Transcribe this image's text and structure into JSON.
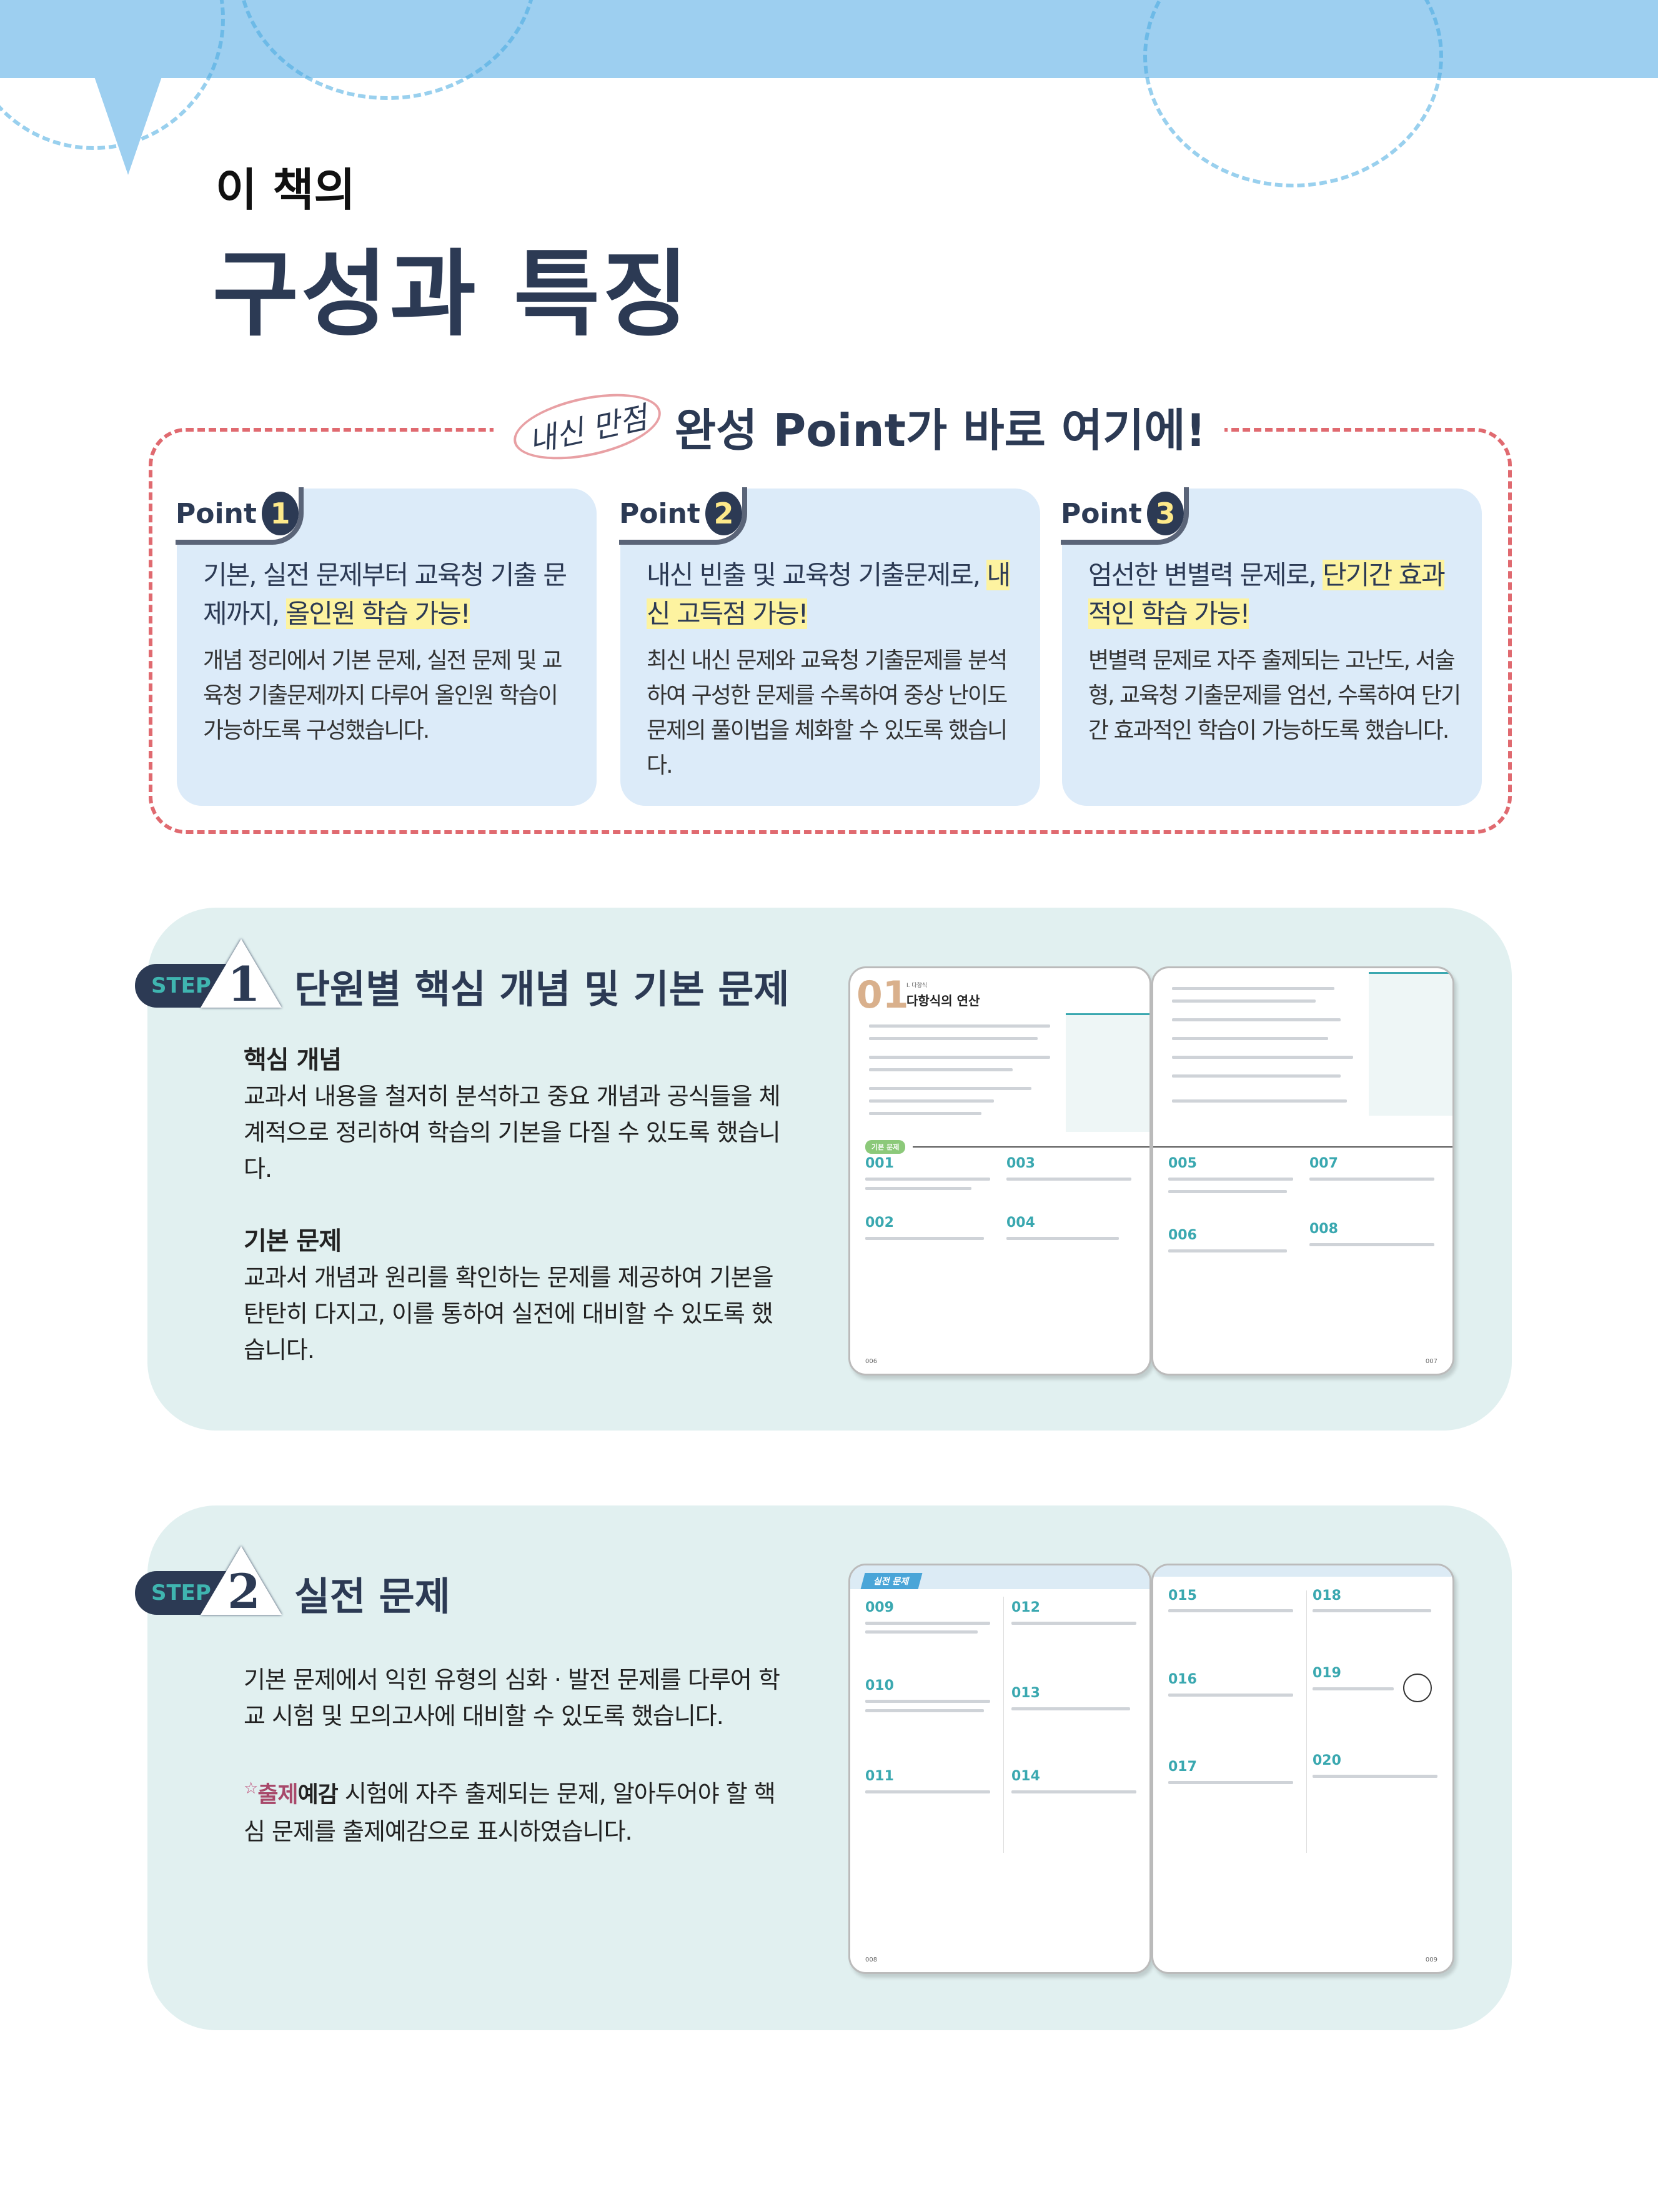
{
  "header": {
    "subtitle": "이 책의",
    "title": "구성과 특징"
  },
  "points_box": {
    "title_handwritten": "내신 만점",
    "title": "완성 Point가 바로 여기에!",
    "point_label": "Point",
    "cards": [
      {
        "number": "1",
        "heading_plain": "기본, 실전 문제부터 교육청 기출 문제까지, ",
        "heading_highlight": "올인원 학습 가능!",
        "body": "개념 정리에서 기본 문제, 실전 문제 및 교육청 기출문제까지 다루어 올인원 학습이 가능하도록 구성했습니다."
      },
      {
        "number": "2",
        "heading_plain": "내신 빈출 및 교육청 기출문제로, ",
        "heading_highlight": "내신 고득점 가능!",
        "body": "최신 내신 문제와 교육청 기출문제를 분석하여 구성한 문제를 수록하여 중상 난이도 문제의 풀이법을 체화할 수 있도록 했습니다."
      },
      {
        "number": "3",
        "heading_plain": "엄선한 변별력 문제로, ",
        "heading_highlight": "단기간 효과적인 학습 가능!",
        "body": "변별력 문제로 자주 출제되는 고난도, 서술형, 교육청 기출문제를 엄선, 수록하여 단기간 효과적인 학습이 가능하도록 했습니다."
      }
    ]
  },
  "steps": [
    {
      "label": "STEP",
      "number": "1",
      "title": "단원별 핵심 개념 및 기본 문제",
      "sections": [
        {
          "heading": "핵심 개념",
          "body": "교과서 내용을 철저히 분석하고 중요 개념과 공식들을 체계적으로 정리하여 학습의 기본을 다질 수 있도록 했습니다."
        },
        {
          "heading": "기본 문제",
          "body": "교과서 개념과 원리를 확인하는 문제를 제공하여 기본을 탄탄히 다지고, 이를 통하여 실전에 대비할 수 있도록 했습니다."
        }
      ],
      "preview": {
        "chapter_no": "01",
        "chapter_label": "I. 다항식",
        "chapter_title": "다항식의 연산",
        "section_badge": "기본 문제",
        "problems": [
          "001",
          "002",
          "003",
          "004",
          "005",
          "006",
          "007",
          "008"
        ],
        "page_left": "006",
        "page_right": "007"
      }
    },
    {
      "label": "STEP",
      "number": "2",
      "title": "실전 문제",
      "body": "기본 문제에서 익힌 유형의 심화 · 발전 문제를 다루어 학교 시험 및 모의고사에 대비할 수 있도록 했습니다.",
      "badge_a": "출제",
      "badge_b": "예감",
      "badge_body": " 시험에 자주 출제되는 문제, 알아두어야 할 핵심 문제를 출제예감으로 표시하였습니다.",
      "preview": {
        "section_badge": "실전 문제",
        "problems": [
          "009",
          "010",
          "011",
          "012",
          "013",
          "014",
          "015",
          "016",
          "017",
          "018",
          "019",
          "020"
        ],
        "page_left": "008",
        "page_right": "009"
      }
    }
  ],
  "colors": {
    "navy": "#2c3a54",
    "band": "#9dcff0",
    "card": "#dcebf9",
    "panel": "#e1f0f0",
    "dash": "#e06a70",
    "highlight": "#fdf3a0",
    "teal": "#3fb5b0"
  }
}
